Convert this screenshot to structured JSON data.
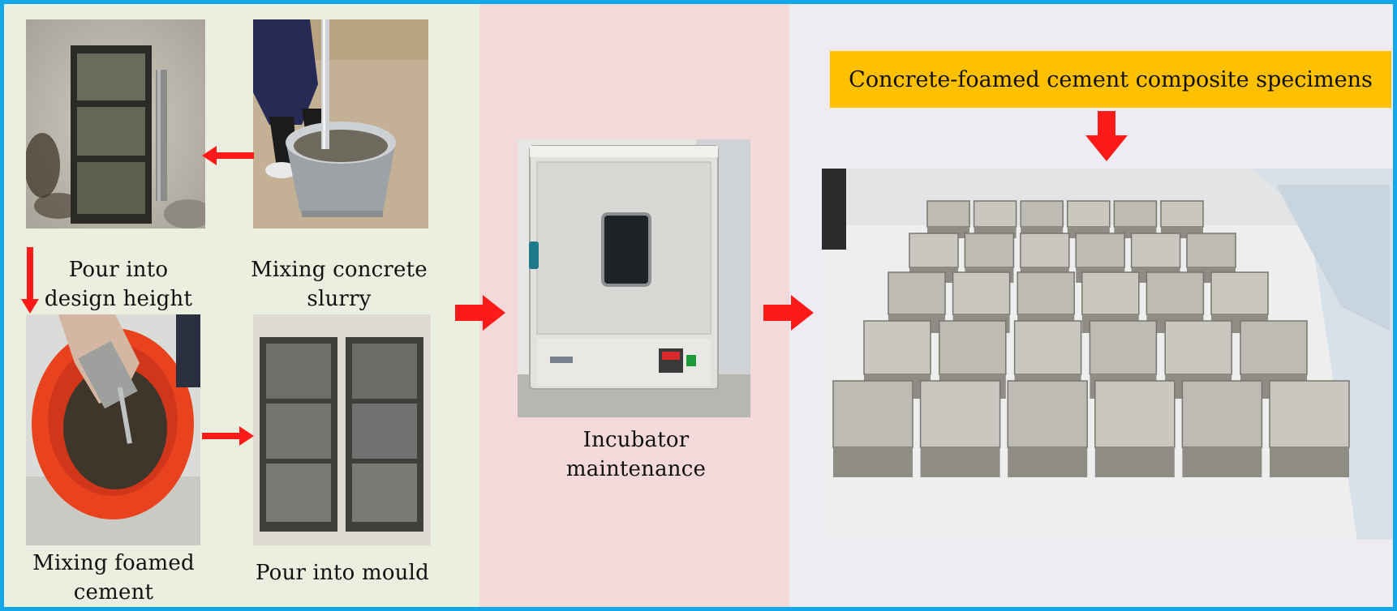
{
  "labels": {
    "pour_into_design_height": "Pour into\ndesign height",
    "mixing_concrete_slurry": "Mixing concrete\nslurry",
    "mixing_foamed_cement": "Mixing foamed\ncement",
    "pour_into_mould": "Pour into mould",
    "incubator_maintenance": "Incubator\nmaintenance",
    "specimens_banner": "Concrete-foamed cement composite specimens"
  },
  "colors": {
    "border": "#13a7e8",
    "panel_1": "#eaefdf",
    "panel_2": "#f3d9d9",
    "panel_3": "#eeebf3",
    "arrow": "#ff1a1a",
    "banner": "#ffc000"
  }
}
